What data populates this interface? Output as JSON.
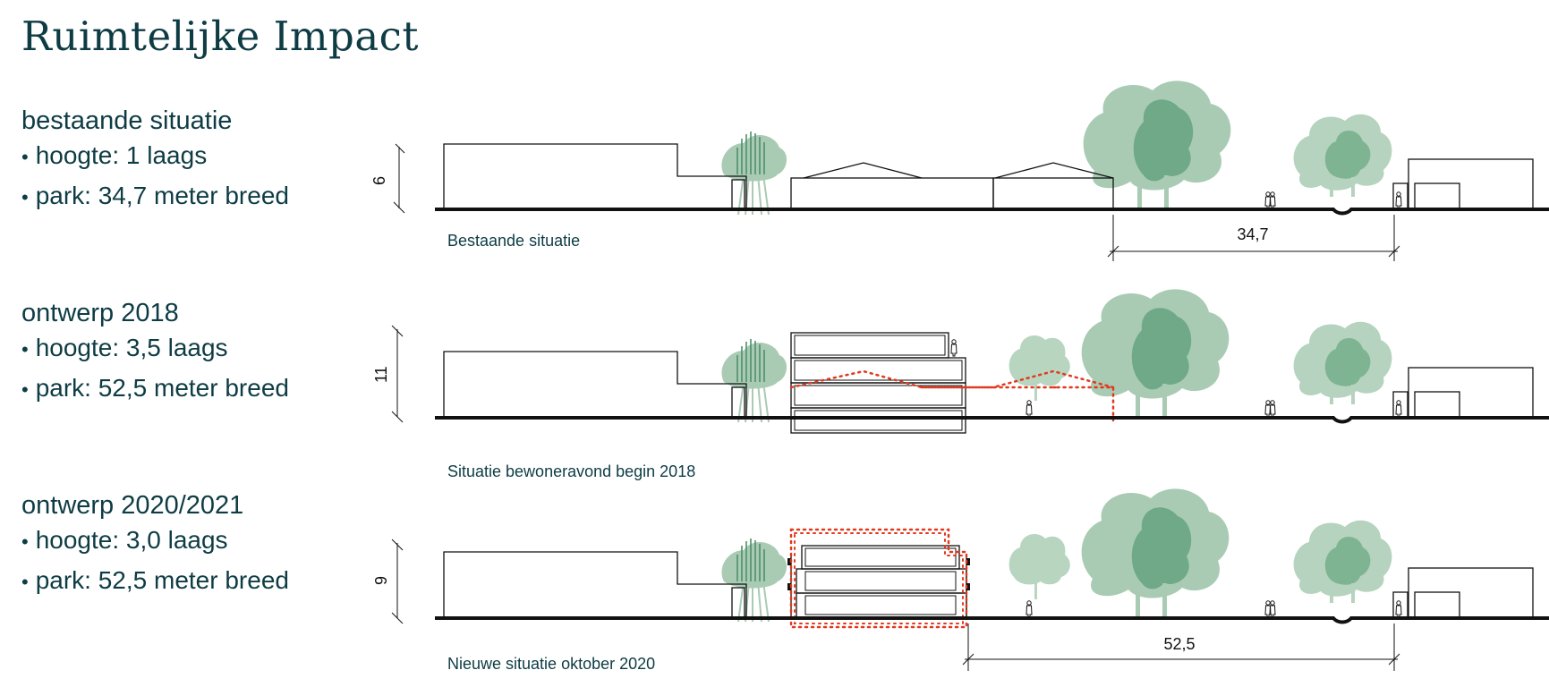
{
  "title": "Ruimtelijke Impact",
  "colors": {
    "heading": "#0e3c44",
    "tree_light": "#a9cbb4",
    "tree_dark": "#6fa987",
    "outline_red": "#e03a1e"
  },
  "sections": [
    {
      "heading": "bestaande situatie",
      "bullets": [
        "hoogte: 1 laags",
        "park: 34,7 meter breed"
      ],
      "height_label": "6",
      "caption": "Bestaande situatie",
      "dimension": "34,7"
    },
    {
      "heading": "ontwerp 2018",
      "bullets": [
        "hoogte: 3,5 laags",
        "park: 52,5 meter breed"
      ],
      "height_label": "11",
      "caption": "Situatie bewoneravond begin 2018"
    },
    {
      "heading": "ontwerp 2020/2021",
      "bullets": [
        "hoogte: 3,0 laags",
        "park: 52,5 meter breed"
      ],
      "height_label": "9",
      "caption": "Nieuwe situatie oktober 2020",
      "dimension": "52,5"
    }
  ]
}
